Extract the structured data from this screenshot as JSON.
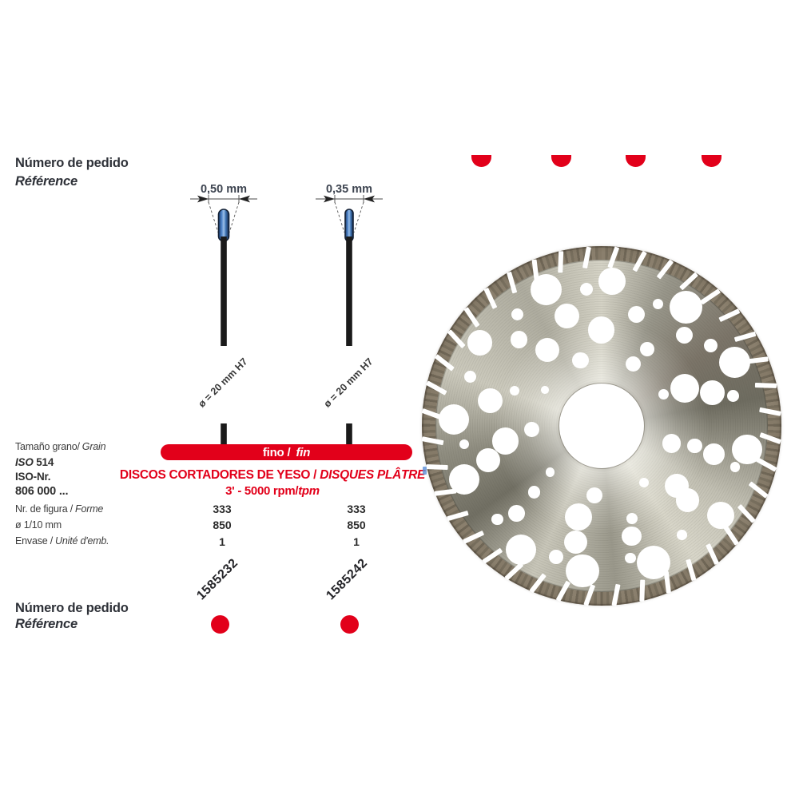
{
  "top_label": {
    "line1": "Número de pedido",
    "line2": "Référence"
  },
  "bottom_label": {
    "line1": "Número de pedido",
    "line2": "Référence"
  },
  "top_partial_dots": {
    "count": 4
  },
  "diagrams": [
    {
      "width_label": "0,50 mm",
      "bore_label": "ø = 20 mm H7"
    },
    {
      "width_label": "0,35 mm",
      "bore_label": "ø = 20 mm H7"
    }
  ],
  "grain_row": {
    "label_plain": "Tamaño grano/",
    "label_italic": "Grain"
  },
  "band": {
    "bold": "fino /",
    "italic": "fin"
  },
  "iso_block": {
    "line1_italic": "ISO",
    "line1_bold": "514",
    "line2": "ISO-Nr.",
    "line3": "806 000 ..."
  },
  "title": {
    "line1_main": "DISCOS CORTADORES DE YESO",
    "line1_sep": " / ",
    "line1_fr": "DISQUES PLÂTRE",
    "line2_plain": "3' - 5000 rpm/",
    "line2_italic": "tpm"
  },
  "spec_rows": [
    {
      "label_plain": "Nr. de figura /",
      "label_italic": "Forme",
      "col1": "333",
      "col2": "333"
    },
    {
      "label_plain": "ø 1/10 mm",
      "label_italic": "",
      "col1": "850",
      "col2": "850"
    },
    {
      "label_plain": "Envase /",
      "label_italic": "Unité d'emb.",
      "col1": "1",
      "col2": "1"
    }
  ],
  "products": [
    {
      "order_number": "1585232"
    },
    {
      "order_number": "1585242"
    }
  ],
  "disc_photo": {
    "alt": "diamond-coated plaster cutting disc, perforated, slotted rim"
  },
  "colors": {
    "accent_red": "#e2001a",
    "text_dark": "#2e3138",
    "text_gray": "#3c3c3c",
    "dimension_text": "#3d4450",
    "tip_blue": "#4d84c4",
    "rim_bronze": "#84796a",
    "metal_light": "#d8d6c9",
    "metal_dark": "#6f6d61"
  }
}
